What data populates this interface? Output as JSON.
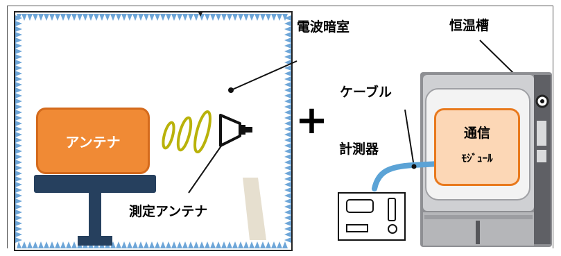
{
  "labels": {
    "chamber": "電波暗室",
    "thermostat": "恒温槽",
    "cable": "ケーブル",
    "instrument": "計測器",
    "antenna": "アンテナ",
    "measurement_antenna": "測定アンテナ",
    "plus": "+",
    "module_line1": "通信",
    "module_line2": "ﾓｼﾞｭｰﾙ"
  },
  "colors": {
    "antenna_fill": "#f08a35",
    "module_fill": "#fcd7b6",
    "module_border": "#e8791d",
    "stand": "#26405e",
    "absorber": "#6ea6d8",
    "cable": "#5ba3d6",
    "wave": "#b9b20a"
  }
}
